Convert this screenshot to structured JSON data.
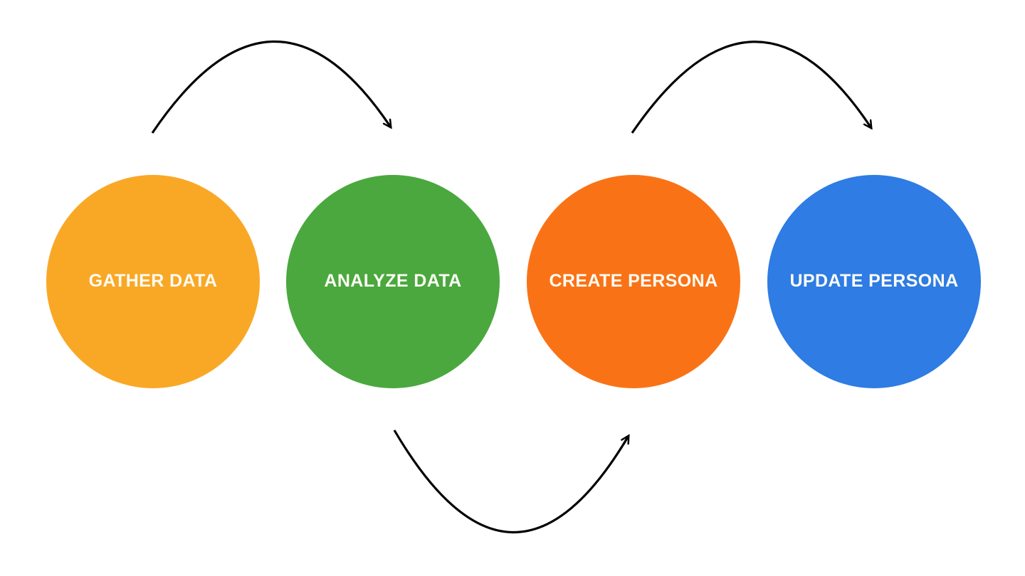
{
  "canvas": {
    "background": "#FFFFFF",
    "arrow_color": "#000000"
  },
  "steps": [
    {
      "label": "GATHER DATA",
      "color": "#F9A826",
      "text_color": "#FDFCF5"
    },
    {
      "label": "ANALYZE DATA",
      "color": "#4AA83E",
      "text_color": "#FDFCF5"
    },
    {
      "label": "CREATE PERSONA",
      "color": "#F97316",
      "text_color": "#FDFCF5"
    },
    {
      "label": "UPDATE PERSONA",
      "color": "#2E7CE4",
      "text_color": "#FDFCF5"
    }
  ],
  "arrows": [
    {
      "name": "gather-to-analyze",
      "shape": "arc-over"
    },
    {
      "name": "analyze-to-create",
      "shape": "arc-under"
    },
    {
      "name": "create-to-update",
      "shape": "arc-over"
    }
  ]
}
